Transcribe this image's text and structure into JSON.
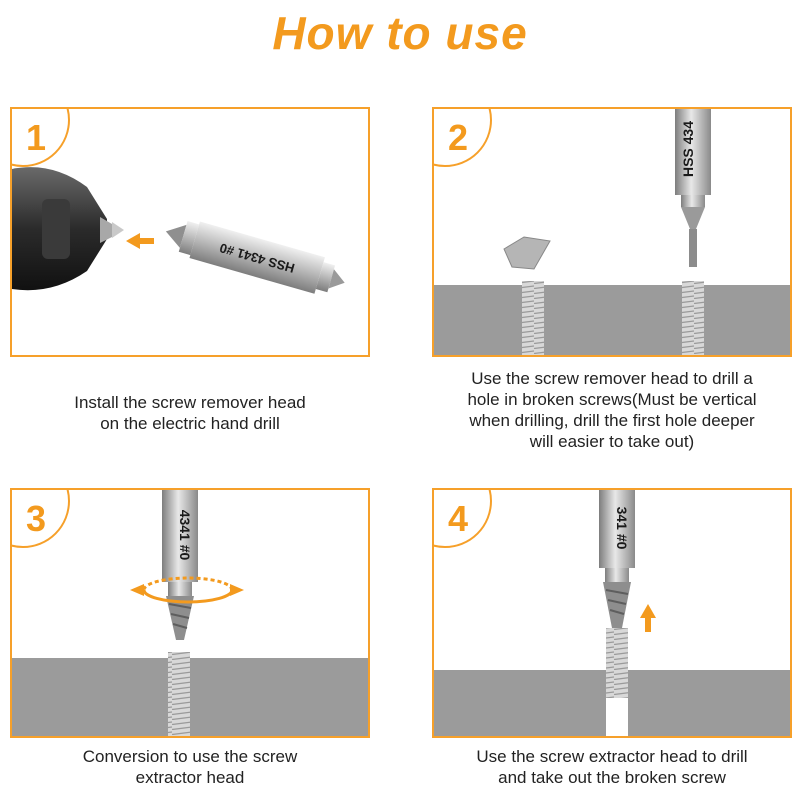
{
  "title": "How to use",
  "accent_color": "#f39a1e",
  "steps": [
    {
      "number": "1",
      "caption_lines": [
        "Install the screw remover head",
        "on the electric hand drill"
      ],
      "bit_label": "HSS 4341 #0",
      "icons": [
        "electric-drill-icon",
        "arrow-left-icon",
        "screw-extractor-bit-icon"
      ]
    },
    {
      "number": "2",
      "caption_lines": [
        "Use the screw remover head to drill a",
        "hole in broken screws(Must be vertical",
        "when drilling, drill the first hole deeper",
        "will easier to take out)"
      ],
      "bit_label": "HSS 434",
      "icons": [
        "screw-extractor-bit-icon",
        "broken-screw-head-icon",
        "threaded-hole-icon"
      ]
    },
    {
      "number": "3",
      "caption_lines": [
        "Conversion to use the screw",
        "extractor head"
      ],
      "bit_label": "4341 #0",
      "icons": [
        "screw-extractor-bit-icon",
        "rotate-arrow-icon",
        "threaded-hole-icon"
      ]
    },
    {
      "number": "4",
      "caption_lines": [
        "Use the screw extractor head to drill",
        "and take out the broken screw"
      ],
      "bit_label": "341 #0",
      "icons": [
        "screw-extractor-bit-icon",
        "arrow-up-icon",
        "threaded-hole-icon"
      ]
    }
  ]
}
